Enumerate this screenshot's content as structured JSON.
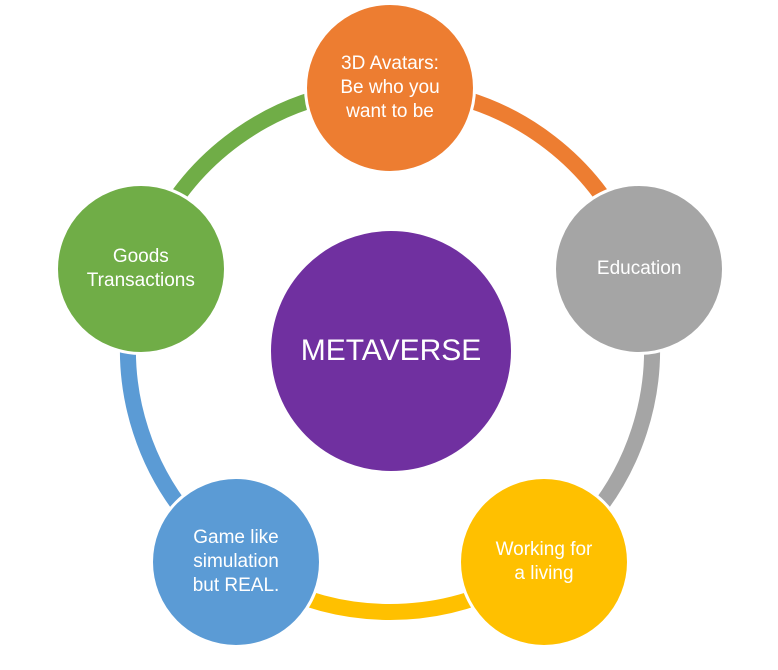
{
  "center": {
    "label": "METAVERSE",
    "color": "#7030A0"
  },
  "nodes": [
    {
      "label": "3D Avatars:\nBe who you\nwant to be",
      "color": "#ED7D31"
    },
    {
      "label": "Education",
      "color": "#A5A5A5"
    },
    {
      "label": "Working for\na living",
      "color": "#FFC000"
    },
    {
      "label": "Game like\nsimulation\nbut REAL.",
      "color": "#5B9BD5"
    },
    {
      "label": "Goods\nTransactions",
      "color": "#70AD47"
    }
  ]
}
